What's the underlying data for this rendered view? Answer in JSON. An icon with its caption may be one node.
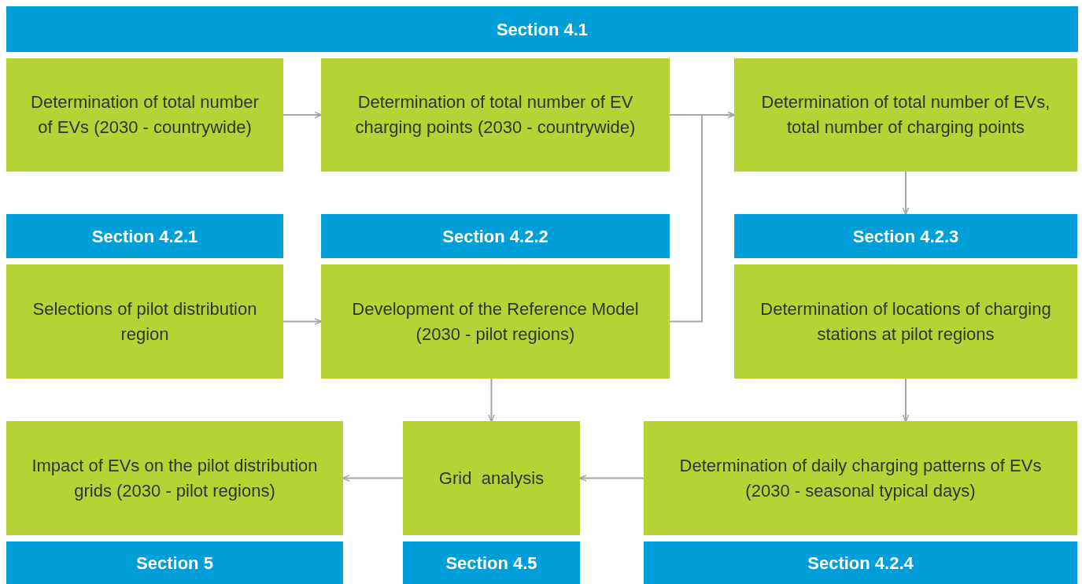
{
  "diagram": {
    "nodes": [
      {
        "text": [
          "Section 4.1"
        ]
      },
      {
        "text": [
          "Determination of total number of EVs (2030 - countrywide)"
        ]
      },
      {
        "text": [
          "Determination of total number of EV charging points (2030 - countrywide)"
        ]
      },
      {
        "text": [
          "Determination of total number of EVs, total number of charging points"
        ]
      },
      {
        "text": [
          "Section 4.2.1"
        ]
      },
      {
        "text": [
          "Section 4.2.2"
        ]
      },
      {
        "text": [
          "Section 4.2.3"
        ]
      },
      {
        "text": [
          "Selections of pilot distribution region"
        ]
      },
      {
        "text": [
          "Development of the Reference Model (2030 - pilot regions)"
        ]
      },
      {
        "text": [
          "Determination of locations of charging stations at pilot regions"
        ]
      },
      {
        "text": [
          "Impact of EVs on the pilot distribution grids (2030 - pilot regions)"
        ]
      },
      {
        "text": [
          "Grid  analysis"
        ]
      },
      {
        "text": [
          "Determination of daily charging patterns of EVs (2030 - seasonal typical days)"
        ]
      },
      {
        "text": [
          "Section 5"
        ]
      },
      {
        "text": [
          "Section 4.5"
        ]
      },
      {
        "text": [
          "Section 4.2.4"
        ]
      }
    ],
    "edges": [
      {
        "from": 1,
        "to": 2,
        "arrow": "to"
      },
      {
        "from": 2,
        "to": 3,
        "arrow": "to"
      },
      {
        "from": 8,
        "to": 3,
        "arrow": "to"
      },
      {
        "from": 3,
        "to": 6,
        "arrow": "to"
      },
      {
        "from": 7,
        "to": 8,
        "arrow": "to"
      },
      {
        "from": 8,
        "to": 11,
        "arrow": "to"
      },
      {
        "from": 9,
        "to": 12,
        "arrow": "to"
      },
      {
        "from": 12,
        "to": 11,
        "arrow": "to"
      },
      {
        "from": 11,
        "to": 10,
        "arrow": "to"
      }
    ]
  }
}
